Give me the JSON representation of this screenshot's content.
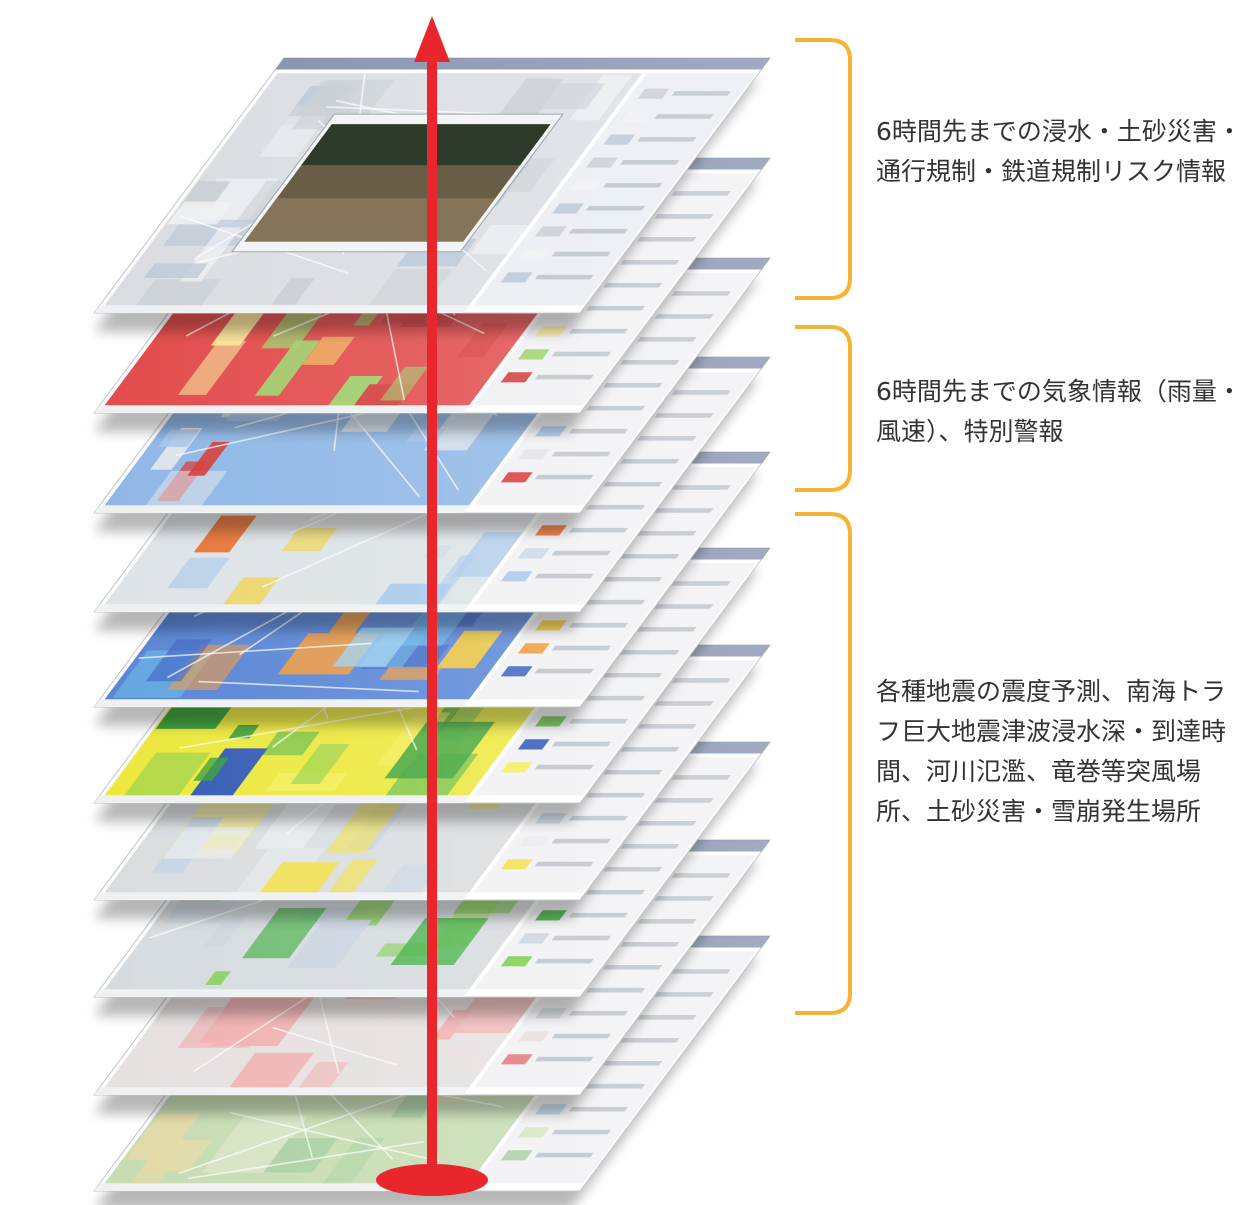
{
  "colors": {
    "bracket": "#F5B335",
    "axis": "#E8262C",
    "text": "#333333"
  },
  "layers": [
    {
      "id": "L1",
      "theme": "flood-photo"
    },
    {
      "id": "L2",
      "theme": "risk-table-red"
    },
    {
      "id": "L3",
      "theme": "japan-overview"
    },
    {
      "id": "L4",
      "theme": "rain-radar"
    },
    {
      "id": "L5",
      "theme": "wind-grid"
    },
    {
      "id": "L6",
      "theme": "seismic-intensity"
    },
    {
      "id": "L7",
      "theme": "tsunami-yellow"
    },
    {
      "id": "L8",
      "theme": "river-green"
    },
    {
      "id": "L9",
      "theme": "landslide-red"
    },
    {
      "id": "L10",
      "theme": "pastel-map"
    }
  ],
  "groups": [
    {
      "id": "grp-risk",
      "layer_range": [
        1,
        2
      ],
      "label": "6時間先までの浸水・土砂災害・通行規制・鉄道規制リスク情報"
    },
    {
      "id": "grp-weather",
      "layer_range": [
        3,
        4
      ],
      "label": "6時間先までの気象情報（雨量・風速）、特別警報"
    },
    {
      "id": "grp-hazard",
      "layer_range": [
        5,
        10
      ],
      "label": "各種地震の震度予測、南海トラフ巨大地震津波浸水深・到達時間、河川氾濫、竜巻等突風場所、土砂災害・雪崩発生場所"
    }
  ]
}
